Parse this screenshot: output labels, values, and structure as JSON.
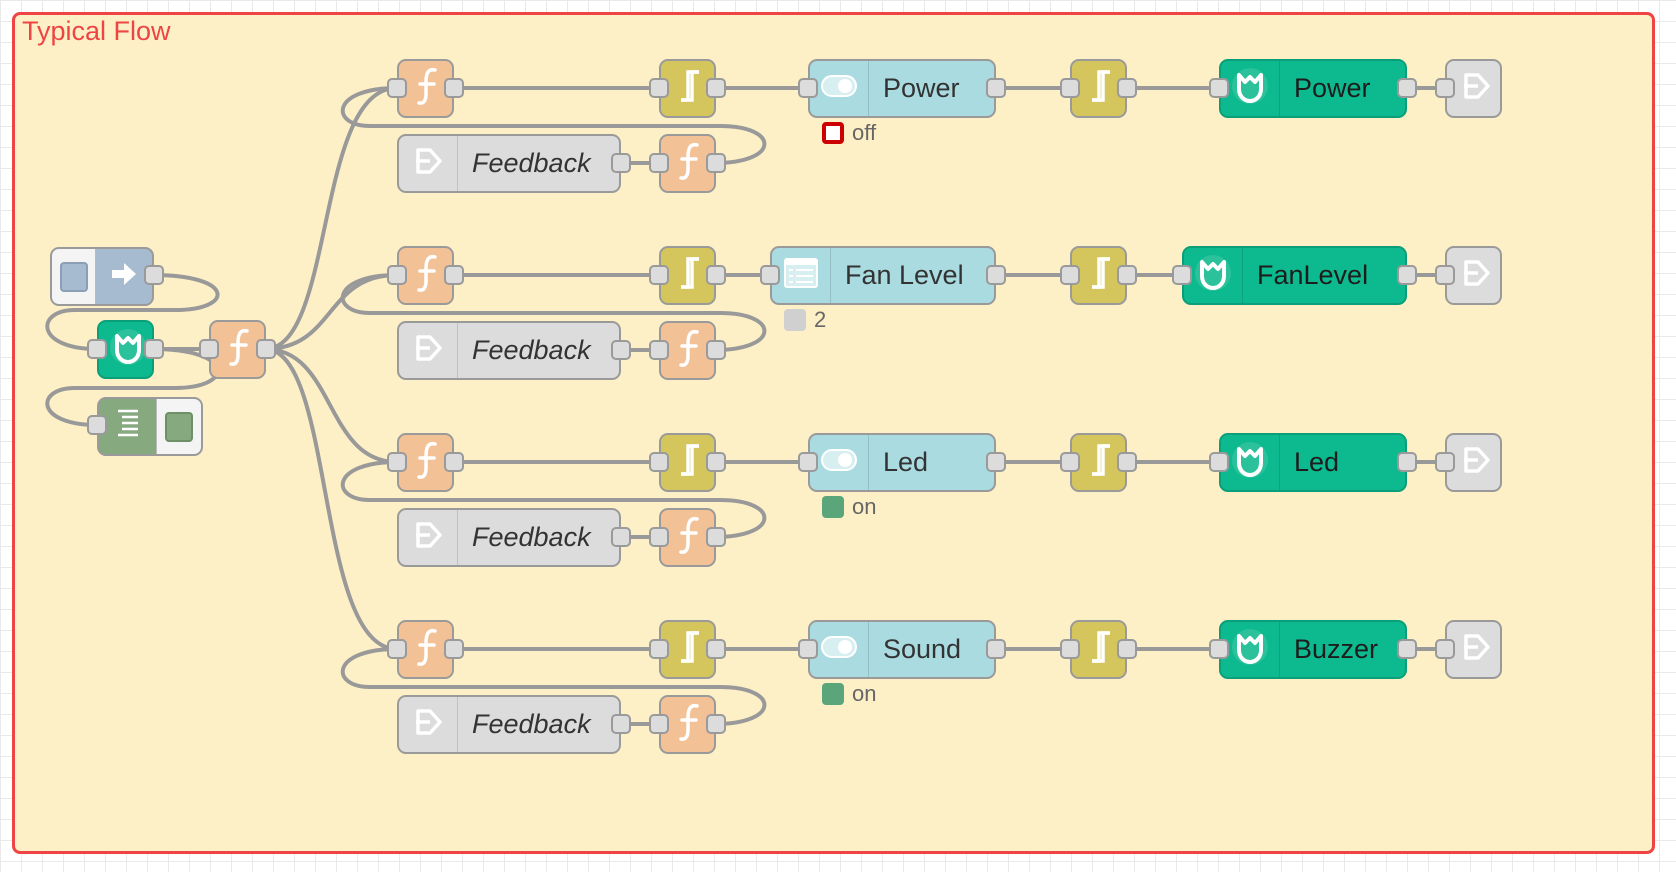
{
  "group": {
    "label": "Typical Flow",
    "border_color": "#ef4444",
    "background": "#fef0c6"
  },
  "rows": [
    {
      "dashboard_label": "Power",
      "dashboard_icon": "switch-icon",
      "status_text": "off",
      "status_color": "#cc0000",
      "miio_label": "Power",
      "feedback_label": "Feedback"
    },
    {
      "dashboard_label": "Fan Level",
      "dashboard_icon": "dropdown-list-icon",
      "status_text": "2",
      "status_color": "#d0d0d0",
      "miio_label": "FanLevel",
      "feedback_label": "Feedback"
    },
    {
      "dashboard_label": "Led",
      "dashboard_icon": "switch-icon",
      "status_text": "on",
      "status_color": "#5aa67a",
      "miio_label": "Led",
      "feedback_label": "Feedback"
    },
    {
      "dashboard_label": "Sound",
      "dashboard_icon": "switch-icon",
      "status_text": "on",
      "status_color": "#5aa67a",
      "miio_label": "Buzzer",
      "feedback_label": "Feedback"
    }
  ],
  "icons": {
    "function": "function-icon",
    "rbe": "filter-rbe-icon",
    "miio": "mi-home-icon",
    "link": "link-out-icon",
    "inject": "inject-arrow-icon",
    "debug": "debug-list-icon"
  },
  "colors": {
    "function": "#f3c196",
    "rbe": "#d4c65c",
    "dashboard": "#a9dbe1",
    "miio": "#0db98e",
    "link": "#dcdcdc",
    "inject": "#a6bbcf",
    "debug": "#87a980",
    "wire": "#999999"
  }
}
